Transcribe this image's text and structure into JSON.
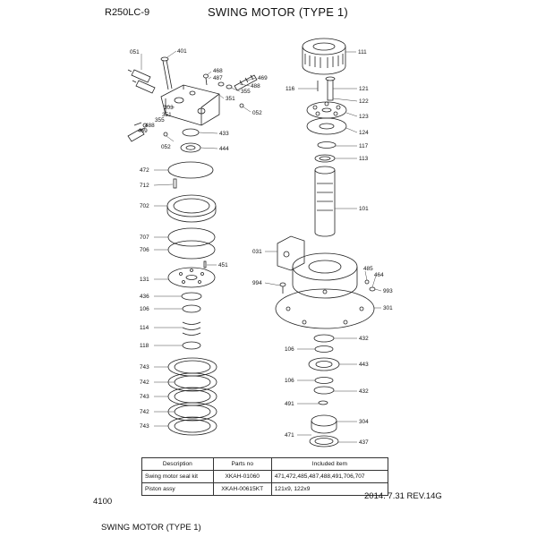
{
  "header": {
    "model": "R250LC-9",
    "title": "SWING MOTOR (TYPE 1)"
  },
  "footer": {
    "page_number": "4100",
    "revision": "2014. 7.31  REV.14G",
    "caption": "SWING MOTOR (TYPE 1)"
  },
  "part_labels": {
    "p051": "051",
    "p401": "401",
    "p468": "468",
    "p487": "487",
    "p469": "469",
    "p488": "488",
    "p351": "351",
    "p355": "355",
    "p303": "303",
    "p052a": "052",
    "p351b": "351",
    "p355b": "355",
    "p488b": "488",
    "p469b": "469",
    "p052b": "052",
    "p433": "433",
    "p444": "444",
    "p472": "472",
    "p712": "712",
    "p702": "702",
    "p707": "707",
    "p706": "706",
    "p451": "451",
    "p131": "131",
    "p436": "436",
    "p106a": "106",
    "p114": "114",
    "p118": "118",
    "p743a": "743",
    "p742a": "742",
    "p743b": "743",
    "p742b": "742",
    "p743c": "743",
    "p111": "111",
    "p116": "116",
    "p121": "121",
    "p122": "122",
    "p123": "123",
    "p124": "124",
    "p117": "117",
    "p113": "113",
    "p101": "101",
    "p031": "031",
    "p485": "485",
    "p464": "464",
    "p993": "993",
    "p994": "994",
    "p301": "301",
    "p432a": "432",
    "p106b": "106",
    "p443": "443",
    "p106c": "106",
    "p432b": "432",
    "p491": "491",
    "p304": "304",
    "p471": "471",
    "p437": "437"
  },
  "kit_table": {
    "headers": [
      "Description",
      "Parts no",
      "Included item"
    ],
    "rows": [
      [
        "Swing motor seal kit",
        "XKAH-01060",
        "471,472,485,487,488,491,706,707"
      ],
      [
        "Piston assy",
        "XKAH-00615KT",
        "121x9, 122x9"
      ]
    ]
  }
}
